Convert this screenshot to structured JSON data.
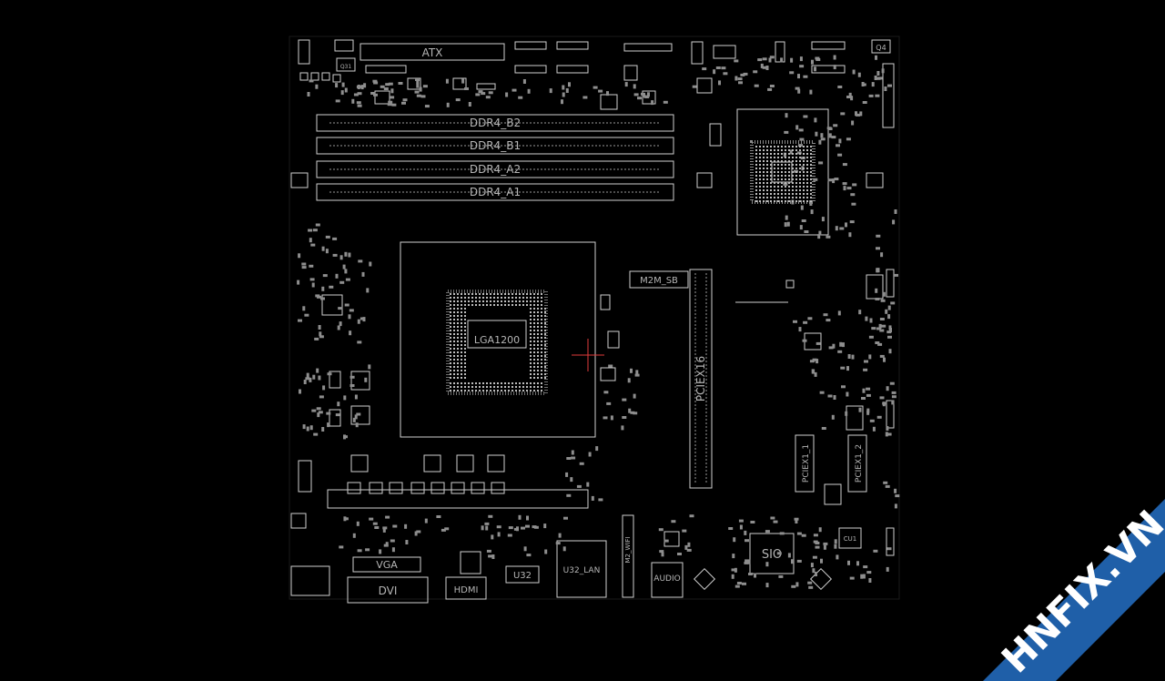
{
  "viewer": {
    "background": "#000000",
    "outline_color": "#cfcfcf",
    "cursor_color": "#e23b3b"
  },
  "labels": {
    "atx": "ATX",
    "ddr4_b2": "DDR4_B2",
    "ddr4_b1": "DDR4_B1",
    "ddr4_a2": "DDR4_A2",
    "ddr4_a1": "DDR4_A1",
    "m2m_sb": "M2M_SB",
    "pciex16": "PCIEX16",
    "pciex1_1": "PCIEX1_1",
    "pciex1_2": "PCIEX1_2",
    "vga": "VGA",
    "dvi": "DVI",
    "hdmi": "HDMI",
    "u32": "U32",
    "u32_lan": "U32_LAN",
    "audio": "AUDIO",
    "sio": "SIO",
    "cpu_socket": "LGA1200",
    "q4": "Q4",
    "q31": "Q31",
    "cu1": "CU1",
    "m2_wifi": "M2_WIFI"
  },
  "watermark": {
    "text": "HNFIX.VN",
    "band_color": "#1f5fa8",
    "accent_color": "#e23b3b"
  }
}
